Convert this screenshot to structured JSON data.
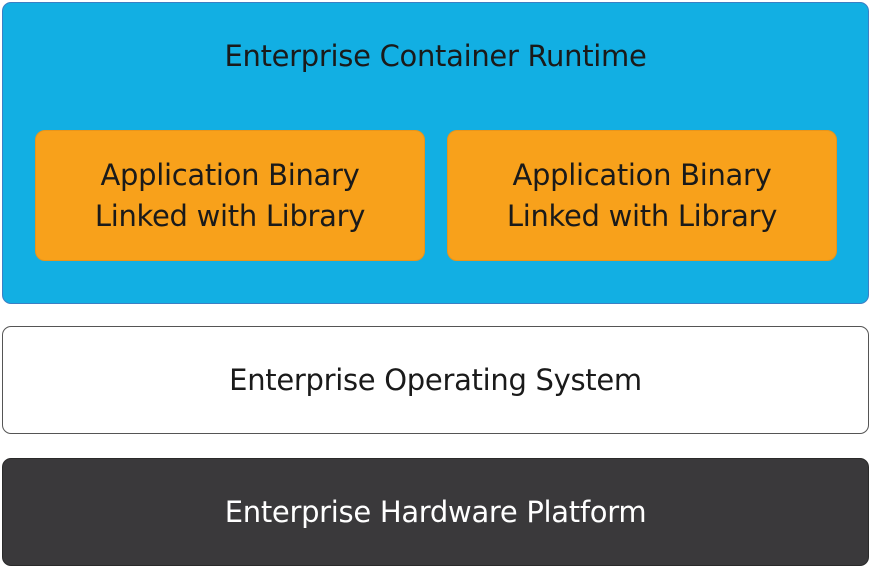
{
  "diagram": {
    "runtime": {
      "label": "Enterprise Container Runtime",
      "color": "#12afe3",
      "apps": [
        {
          "line1": "Application Binary",
          "line2": "Linked with Library",
          "color": "#f8a11b"
        },
        {
          "line1": "Application Binary",
          "line2": "Linked with Library",
          "color": "#f8a11b"
        }
      ]
    },
    "os": {
      "label": "Enterprise Operating System",
      "color": "#ffffff"
    },
    "hardware": {
      "label": "Enterprise Hardware Platform",
      "color": "#3a393b"
    }
  }
}
